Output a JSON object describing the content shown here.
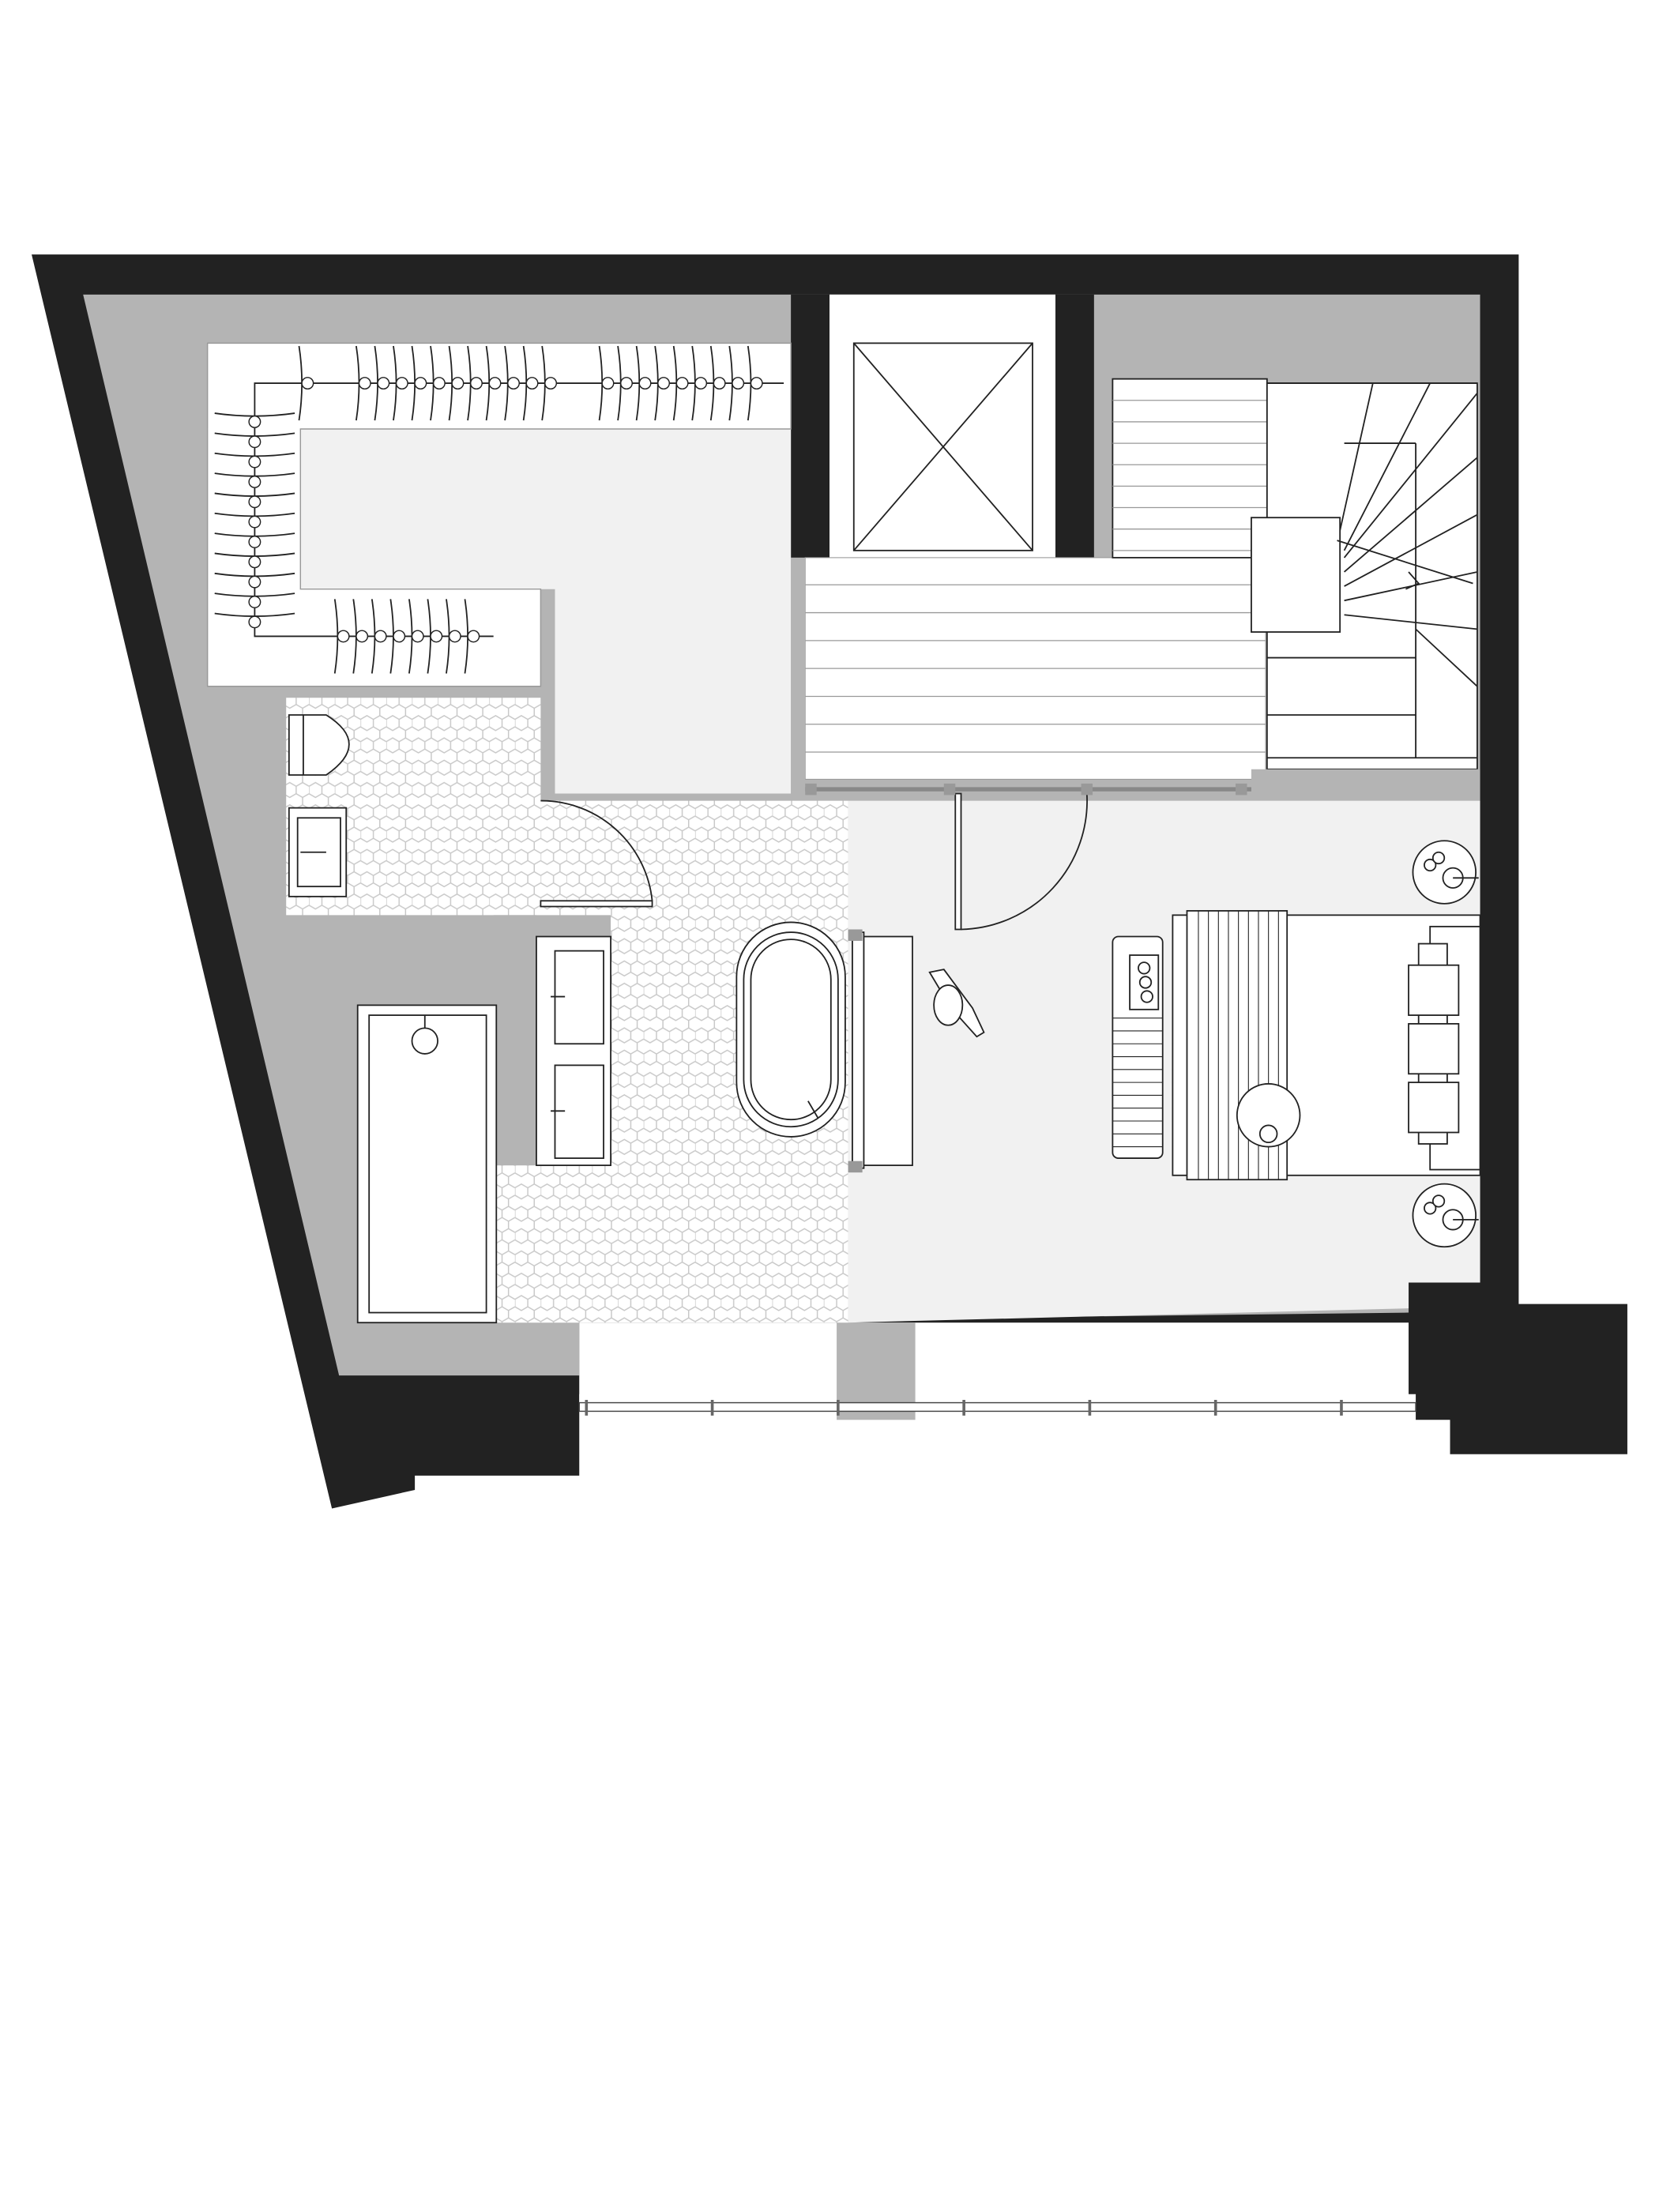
{
  "plan": {
    "rooms": [
      "walk-in-wardrobe",
      "toilet",
      "bathroom",
      "hallway",
      "staircase",
      "elevator",
      "bedroom",
      "balcony"
    ]
  },
  "colors": {
    "wall": "#222222",
    "unfinished_floor": "#b4b4b4",
    "room_floor": "#f1f1f1",
    "fixture": "#ffffff",
    "tile_line": "#c8c8c8"
  }
}
